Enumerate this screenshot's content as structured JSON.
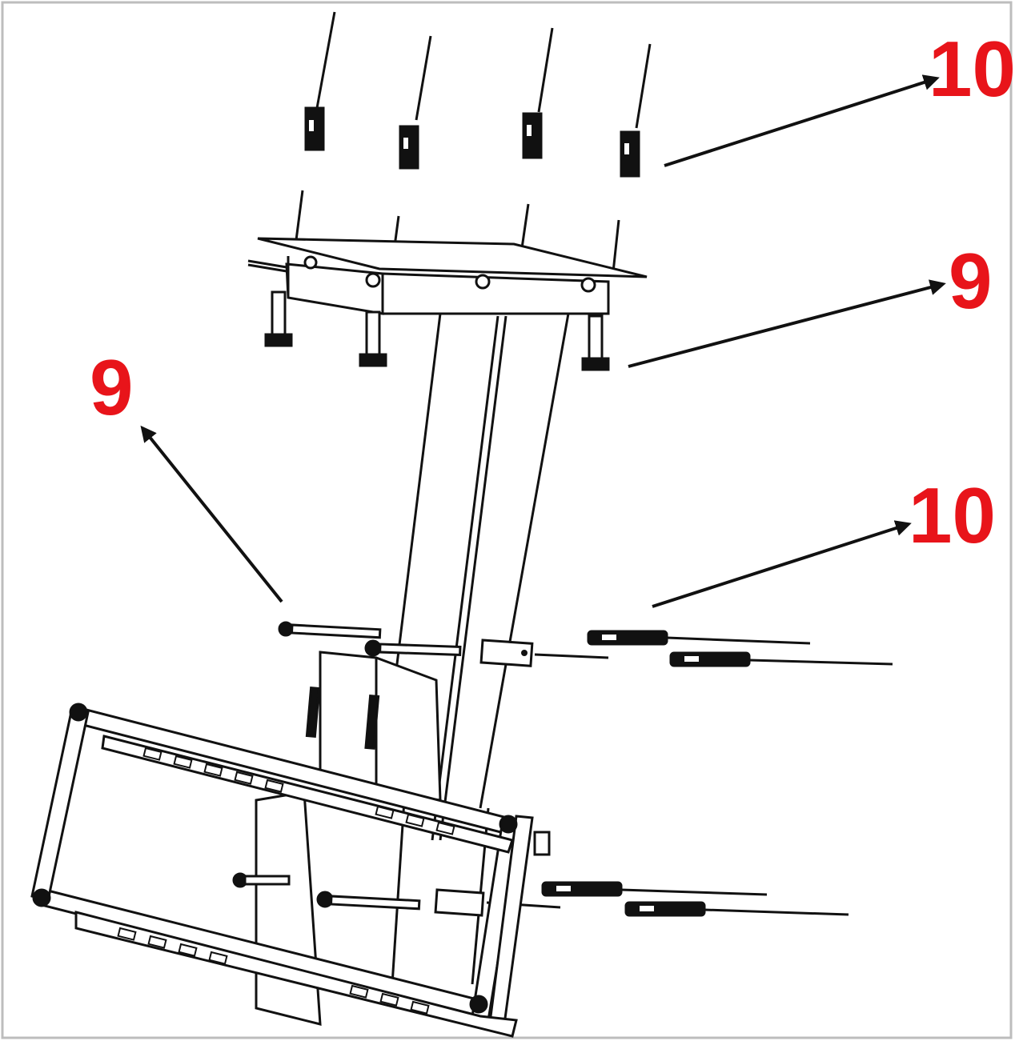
{
  "diagram": {
    "callouts": [
      {
        "id": "callout-top-right",
        "label": "10"
      },
      {
        "id": "callout-upper-right",
        "label": "9"
      },
      {
        "id": "callout-left",
        "label": "9"
      },
      {
        "id": "callout-lower-right",
        "label": "10"
      }
    ],
    "colors": {
      "callout": "#e8141a",
      "line": "#111111",
      "background": "#ffffff",
      "frame": "#bdbdbd"
    }
  }
}
